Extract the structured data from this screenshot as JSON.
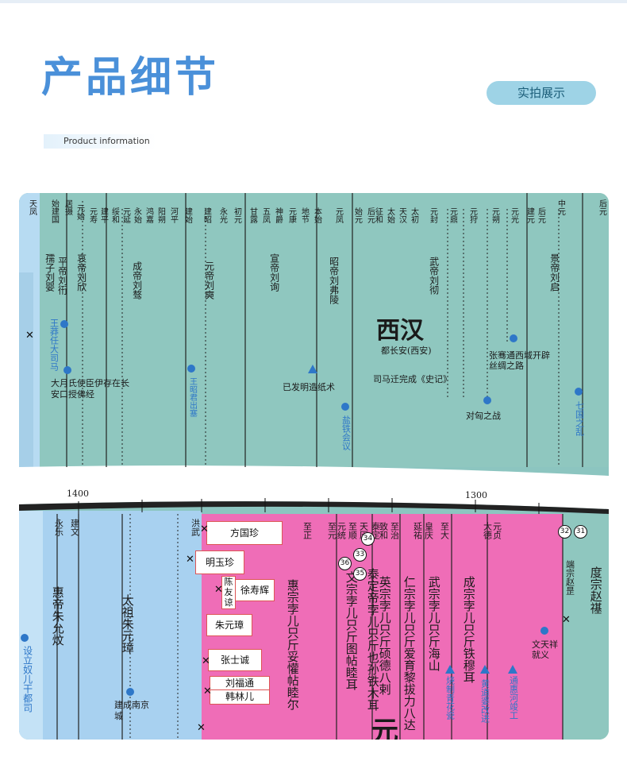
{
  "header": {
    "title": "产品细节",
    "subtitle": "Product information",
    "badge": "实拍展示"
  },
  "photo": {
    "top_section": {
      "dynasty_label": "西汉",
      "capital": "都长安(西安)",
      "reigns_top_row": [
        "天凤",
        "始建国",
        "居摄",
        "元始",
        "元寿",
        "建平",
        "绥和",
        "元延",
        "永始",
        "鸿嘉",
        "阳朔",
        "河平",
        "建始",
        "建昭",
        "永光",
        "初元",
        "甘露",
        "五凤",
        "神爵",
        "元康",
        "地节",
        "本始",
        "元凤",
        "始元",
        "后元",
        "征和",
        "太始",
        "天汉",
        "太初",
        "元封",
        "元鼎",
        "元狩",
        "元朔",
        "元光",
        "建元",
        "后元",
        "中元",
        "后元"
      ],
      "emperors": [
        "孺子刘婴",
        "平帝刘衎",
        "哀帝刘欣",
        "成帝刘骜",
        "元帝刘奭",
        "宣帝刘询",
        "昭帝刘弗陵",
        "武帝刘彻",
        "景帝刘启"
      ],
      "events": [
        "王莽任大司马",
        "大月氏使臣伊存在长安口授佛经",
        "王昭君出塞",
        "已发明造纸术",
        "盐铁会议",
        "司马迁完成《史记》",
        "张骞通西域开辟丝绸之路",
        "对匈之战",
        "七国之乱"
      ]
    },
    "ruler": {
      "label_left": "1400",
      "label_right": "1300"
    },
    "bottom_section": {
      "reigns": [
        "永乐",
        "建文",
        "洪武",
        "至正",
        "至元",
        "元统",
        "至顺",
        "天历",
        "泰定",
        "致和",
        "至治",
        "延祐",
        "皇庆",
        "至大",
        "大德",
        "元贞"
      ],
      "emperors": [
        "惠帝朱允炆",
        "太祖朱元璋",
        "惠宗孛儿只斤妥懽帖睦尔",
        "文宗孛儿只斤图帖睦耳",
        "泰定帝孛儿只斤也孙铁木耳",
        "英宗孛儿只斤硕德八剌",
        "仁宗孛儿只斤爱育黎拔力八达",
        "武宗孛儿只斤海山",
        "成宗孛儿只斤铁穆耳",
        "端宗赵昰",
        "度宗赵禥"
      ],
      "rebels": [
        "方国珍",
        "明玉珍",
        "陈友谅",
        "徐寿辉",
        "朱元璋",
        "张士诚",
        "刘福通",
        "韩林儿"
      ],
      "events": [
        "设立奴儿干都司",
        "建成南京城",
        "烧制青花瓷",
        "黄道婆改进",
        "通惠河竣工",
        "文天祥就义"
      ],
      "circled_numbers": [
        "36",
        "35",
        "34",
        "33",
        "32",
        "31"
      ],
      "big_char": "元"
    }
  }
}
